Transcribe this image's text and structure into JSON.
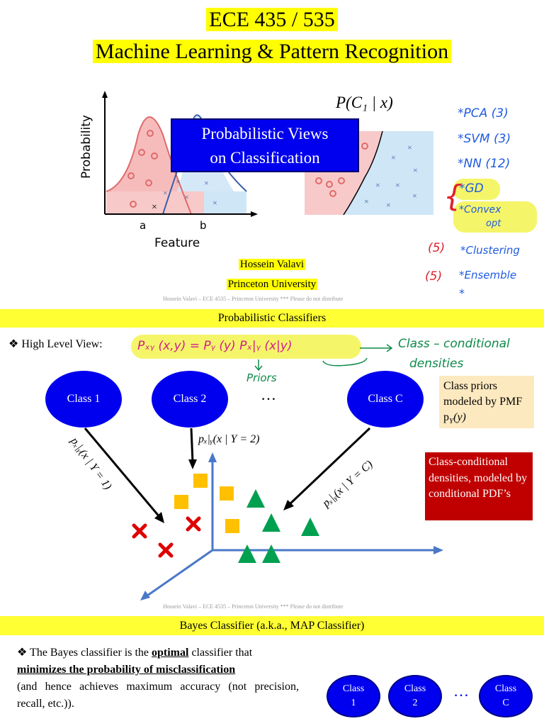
{
  "slide1": {
    "course_code": "ECE 435 / 535",
    "course_title": "Machine Learning  & Pattern Recognition",
    "overlay_title_line1": "Probabilistic Views",
    "overlay_title_line2": "on Classification",
    "axis_y": "Probability",
    "axis_x": "Feature",
    "tick_a": "a",
    "tick_b": "b",
    "posterior_label": "P(C₁ | x)",
    "author": "Hossein Valavi",
    "affiliation": "Princeton University",
    "topics": {
      "pca": "*PCA (3)",
      "svm": "*SVM (3)",
      "nn": "*NN (12)",
      "gd": "*GD",
      "convex": "*Convex",
      "opt": "opt",
      "clustering": "*Clustering",
      "ensemble": "*Ensemble",
      "star": "*",
      "n5a": "(5)",
      "n5b": "(5)"
    },
    "footer": "Hossein Valavi – ECE 4535 – Princeton University     *** Please do not distribute"
  },
  "slide2": {
    "header": "Probabilistic Classifiers",
    "bullet_label": "❖ High Level View:",
    "equation": "Pₓᵧ (x,y) = Pᵧ (y) Pₓ|ᵧ (x|y)",
    "class_conditional_note_1": "Class – conditional",
    "class_conditional_note_2": "densities",
    "priors_note": "Priors",
    "class1": "Class 1",
    "class2": "Class 2",
    "ellipsis": "…",
    "classC": "Class C",
    "prior_box": "Class priors modeled by PMF p",
    "prior_box_sub": "Y",
    "prior_box_tail": "(y)",
    "cond_box": "Class-conditional densities, modeled by conditional PDF’s",
    "arrow1_label": "pₓ|ᵧ(x | Y = 1)",
    "arrow2_label": "pₓ|ᵧ(x | Y = 2)",
    "arrowC_label": "pₓ|ᵧ(x | Y = C)",
    "footer": "Hossein Valavi – ECE 4535 – Princeton University     *** Please do not distribute"
  },
  "slide3": {
    "header": "Bayes Classifier (a.k.a., MAP Classifier)",
    "bullet_prefix": "❖ The Bayes classifier is the ",
    "bullet_optimal": "optimal",
    "bullet_mid": " classifier that",
    "bullet_min": "minimizes the probability of misclassification",
    "bullet_rest": "(and hence achieves maximum accuracy (not precision, recall, etc.)).",
    "c1a": "Class",
    "c1b": "1",
    "c2a": "Class",
    "c2b": "2",
    "dots": "…",
    "cCa": "Class",
    "cCb": "C"
  }
}
